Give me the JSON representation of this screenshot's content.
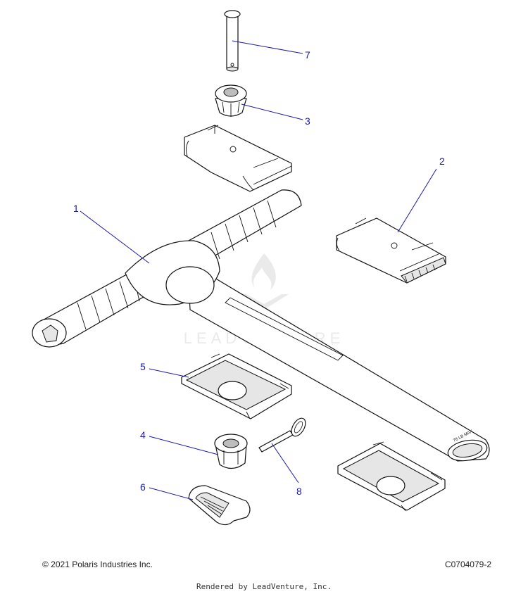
{
  "callouts": {
    "c1": "1",
    "c2": "2",
    "c3": "3",
    "c4": "4",
    "c5": "5",
    "c6": "6",
    "c7": "7",
    "c8": "8"
  },
  "tube_marking": "76 LB MAX",
  "watermark": "LEADVENTURE",
  "footer": {
    "copyright": "© 2021 Polaris Industries Inc.",
    "part_code": "C0704079-2",
    "rendered_by": "Rendered by LeadVenture, Inc."
  },
  "colors": {
    "callout": "#1a1aa6",
    "line": "#111111",
    "watermark": "#d9d9d9"
  }
}
